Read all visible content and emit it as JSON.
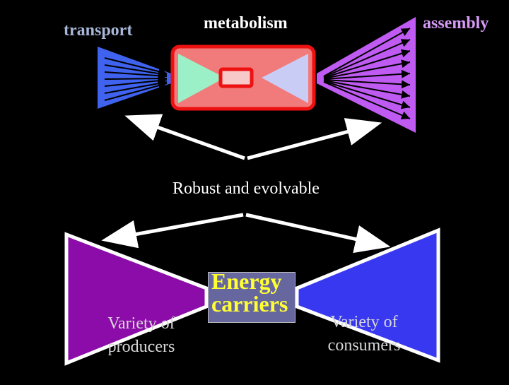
{
  "labels": {
    "transport": "transport",
    "metabolism": "metabolism",
    "assembly": "assembly",
    "robust": "Robust and evolvable",
    "producers": "Variety of producers",
    "consumers": "Variety of consumers",
    "energy": "Energy carriers"
  },
  "colors": {
    "transport_fan": "#3f63ee",
    "metabolism_fill": "#f17b7b",
    "metabolism_border": "#ee1111",
    "metabolism_left_wedge": "#9cf0c7",
    "metabolism_right_wedge": "#c9cdf6",
    "assembly_fan": "#bf5bf2",
    "producers_fan": "#8b0ca8",
    "consumers_fan": "#3838f0",
    "energy_box": "#6767a0",
    "energy_text": "#ffff33",
    "arrows": "#ffffff"
  }
}
